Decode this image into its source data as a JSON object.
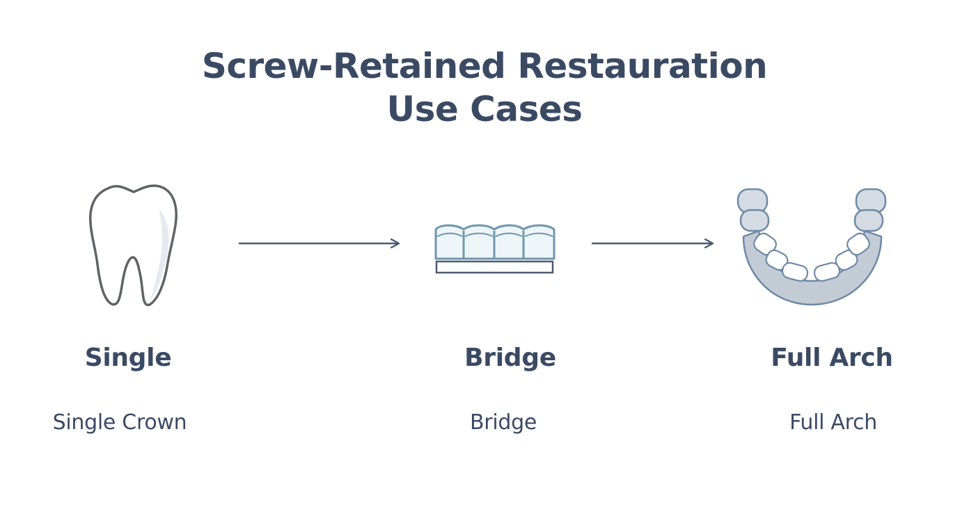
{
  "title": {
    "line1": "Screw-Retained Restauration",
    "line2": "Use Cases"
  },
  "colors": {
    "title_text": "#3b4a63",
    "label_text": "#3b4a63",
    "tooth_outline": "#5f6266",
    "tooth_fill": "#ffffff",
    "tooth_shade": "#e6eaf0",
    "bridge_outline": "#6f96ab",
    "bridge_fill": "#eef5f8",
    "bridge_base": "#4b5a70",
    "arch_gum": "#c3cbd5",
    "arch_outline": "#6d89a6",
    "arrow": "#4b5a70"
  },
  "stages": [
    {
      "id": "single",
      "icon": "tooth-icon",
      "heading": "Single",
      "caption": "Single Crown"
    },
    {
      "id": "bridge",
      "icon": "bridge-icon",
      "heading": "Bridge",
      "caption": "Bridge"
    },
    {
      "id": "full-arch",
      "icon": "full-arch-icon",
      "heading": "Full Arch",
      "caption": "Full Arch"
    }
  ]
}
